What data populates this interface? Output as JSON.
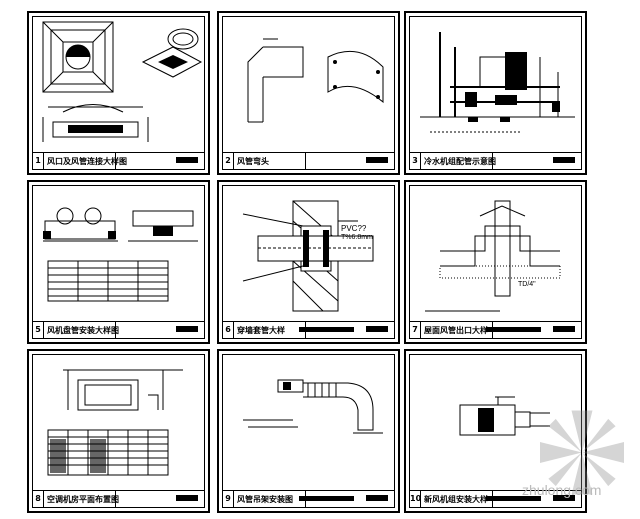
{
  "sheets": [
    {
      "num": "1",
      "title": "风口及风管连接大样图"
    },
    {
      "num": "2",
      "title": "风管弯头"
    },
    {
      "num": "3",
      "title": "冷水机组配管示意图"
    },
    {
      "num": "5",
      "title": "风机盘管安装大样图"
    },
    {
      "num": "6",
      "title": "穿墙套管大样"
    },
    {
      "num": "7",
      "title": "屋面风管出口大样"
    },
    {
      "num": "8",
      "title": "空调机房平面布置图"
    },
    {
      "num": "9",
      "title": "风管吊架安装图"
    },
    {
      "num": "10",
      "title": "新风机组安装大样"
    }
  ],
  "labels": {
    "s6_pvc": "PVC??",
    "s6_dim": "T%6.8mm",
    "s7_td": "TD/4\"",
    "watermark": "zhulong.com"
  }
}
